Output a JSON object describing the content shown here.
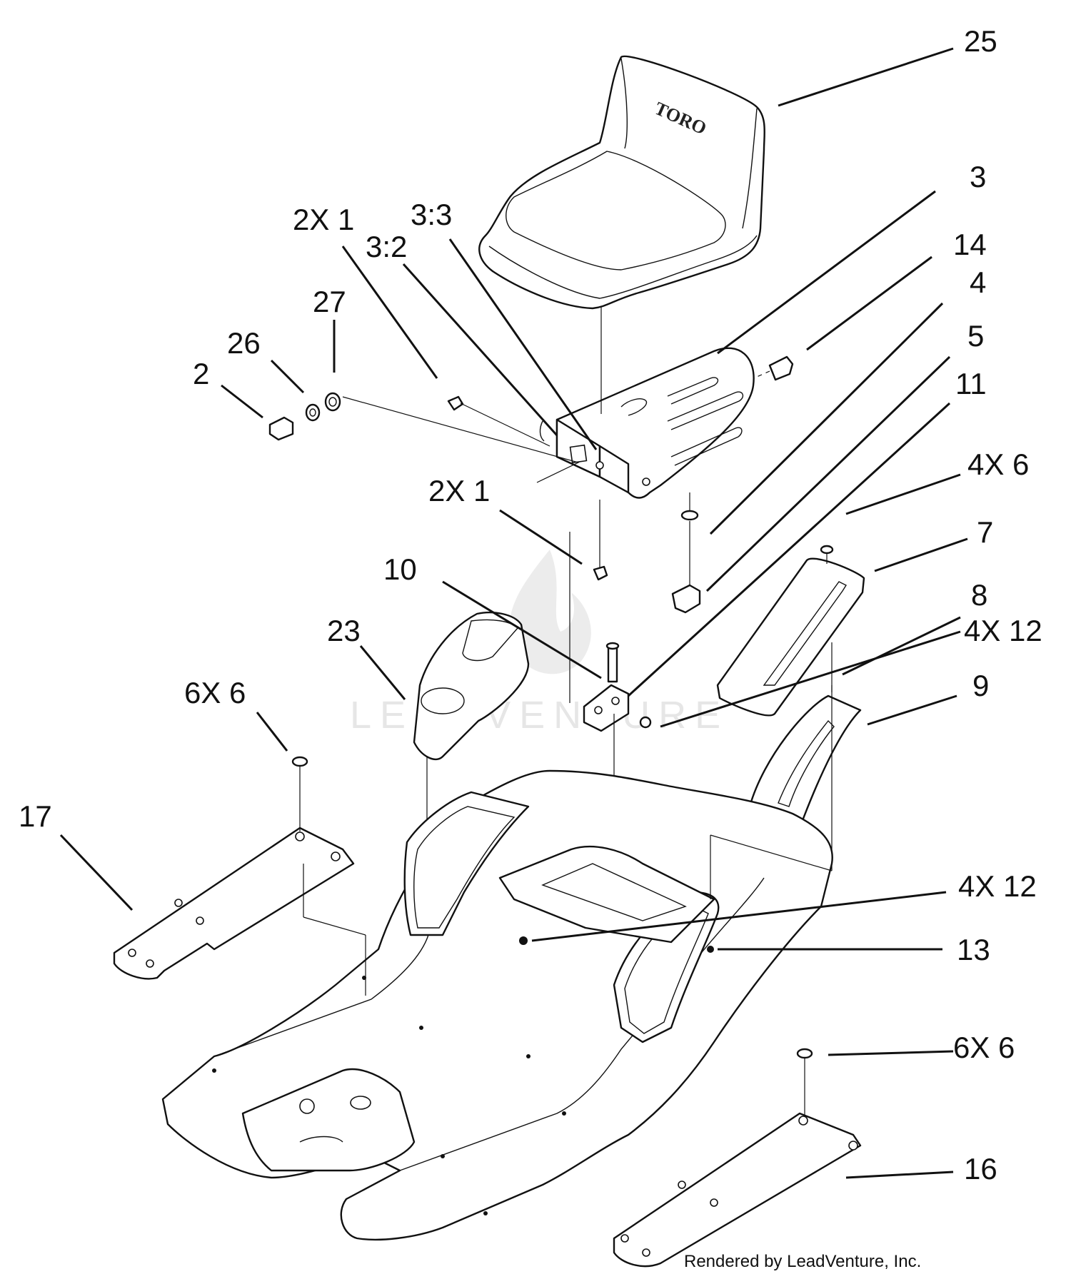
{
  "callouts": {
    "c25": "25",
    "c3": "3",
    "c14": "14",
    "c4": "4",
    "c5": "5",
    "c11": "11",
    "c4x6": "4X 6",
    "c7": "7",
    "c8": "8",
    "c4x12a": "4X 12",
    "c9": "9",
    "c2x1a": "2X 1",
    "c33": "3:3",
    "c32": "3:2",
    "c27": "27",
    "c26": "26",
    "c2": "2",
    "c2x1b": "2X 1",
    "c10": "10",
    "c23": "23",
    "c6x6a": "6X 6",
    "c17": "17",
    "c4x12b": "4X 12",
    "c13": "13",
    "c6x6b": "6X 6",
    "c16": "16"
  },
  "watermark": "LEADVENTURE",
  "seat_brand": "TORO",
  "credit": "Rendered by LeadVenture, Inc."
}
